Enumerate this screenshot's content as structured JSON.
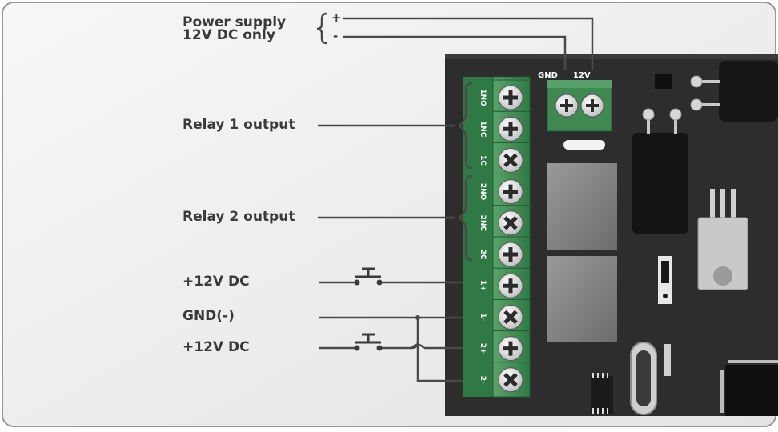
{
  "labels": {
    "power_line1": "Power supply",
    "power_line2": "12V DC only",
    "plus": "+",
    "minus": "-",
    "relay1": "Relay 1 output",
    "relay2": "Relay 2 output",
    "v12_a": "+12V DC",
    "gnd": "GND(-)",
    "v12_b": "+12V DC"
  },
  "connector": {
    "gnd": "GND",
    "v12": "12V"
  },
  "terminals": [
    "1NO",
    "1NC",
    "1C",
    "2NO",
    "2NC",
    "2C",
    "1+",
    "1-",
    "2+",
    "2-"
  ],
  "colors": {
    "background": "#f2f2f2",
    "board": "#2e2e2e",
    "terminal_block": "#3f8a53",
    "relay": "#7f7f7f",
    "wire": "#4a4a4a"
  }
}
